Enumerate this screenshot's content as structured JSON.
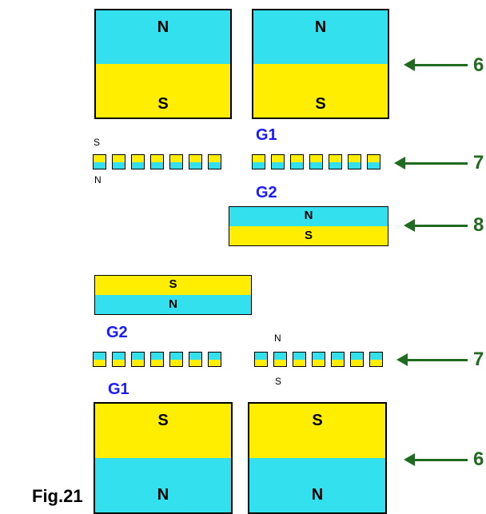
{
  "colors": {
    "cyan": "#33e0ee",
    "yellow": "#ffee00",
    "blue": "#1a1aff",
    "arrow_green": "#1f6b1f"
  },
  "pole_labels": {
    "n": "N",
    "s": "S"
  },
  "gap_labels": {
    "g1": "G1",
    "g2": "G2"
  },
  "numbers": {
    "n6": "6",
    "n7": "7",
    "n8": "8"
  },
  "figure_label": "Fig.21"
}
